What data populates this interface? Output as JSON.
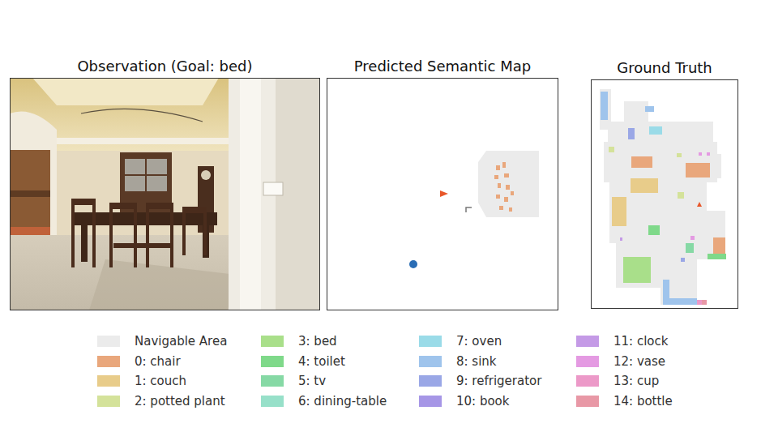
{
  "diagram": {
    "nodes": [
      {
        "text": [
          "Observation (Goal: bed)"
        ]
      },
      {
        "text": [
          "Predicted Semantic Map"
        ]
      },
      {
        "text": [
          "Ground Truth"
        ]
      }
    ],
    "legend": [
      {
        "text": "Navigable Area",
        "color": "#ebebeb"
      },
      {
        "text": "0: chair",
        "color": "#e9a77c"
      },
      {
        "text": "1: couch",
        "color": "#e8cc8a"
      },
      {
        "text": "2: potted plant",
        "color": "#d4e29a"
      },
      {
        "text": "3: bed",
        "color": "#a9df8a"
      },
      {
        "text": "4: toilet",
        "color": "#7fd98a"
      },
      {
        "text": "5: tv",
        "color": "#86d9a5"
      },
      {
        "text": "6: dining-table",
        "color": "#97e0c9"
      },
      {
        "text": "7: oven",
        "color": "#9adbe8"
      },
      {
        "text": "8: sink",
        "color": "#9fc4ec"
      },
      {
        "text": "9: refrigerator",
        "color": "#9aa7e6"
      },
      {
        "text": "10: book",
        "color": "#a696e6"
      },
      {
        "text": "11: clock",
        "color": "#c49ae6"
      },
      {
        "text": "12: vase",
        "color": "#e49ae2"
      },
      {
        "text": "13: cup",
        "color": "#ec99c8"
      },
      {
        "text": "14: bottle",
        "color": "#e898a6"
      }
    ]
  }
}
